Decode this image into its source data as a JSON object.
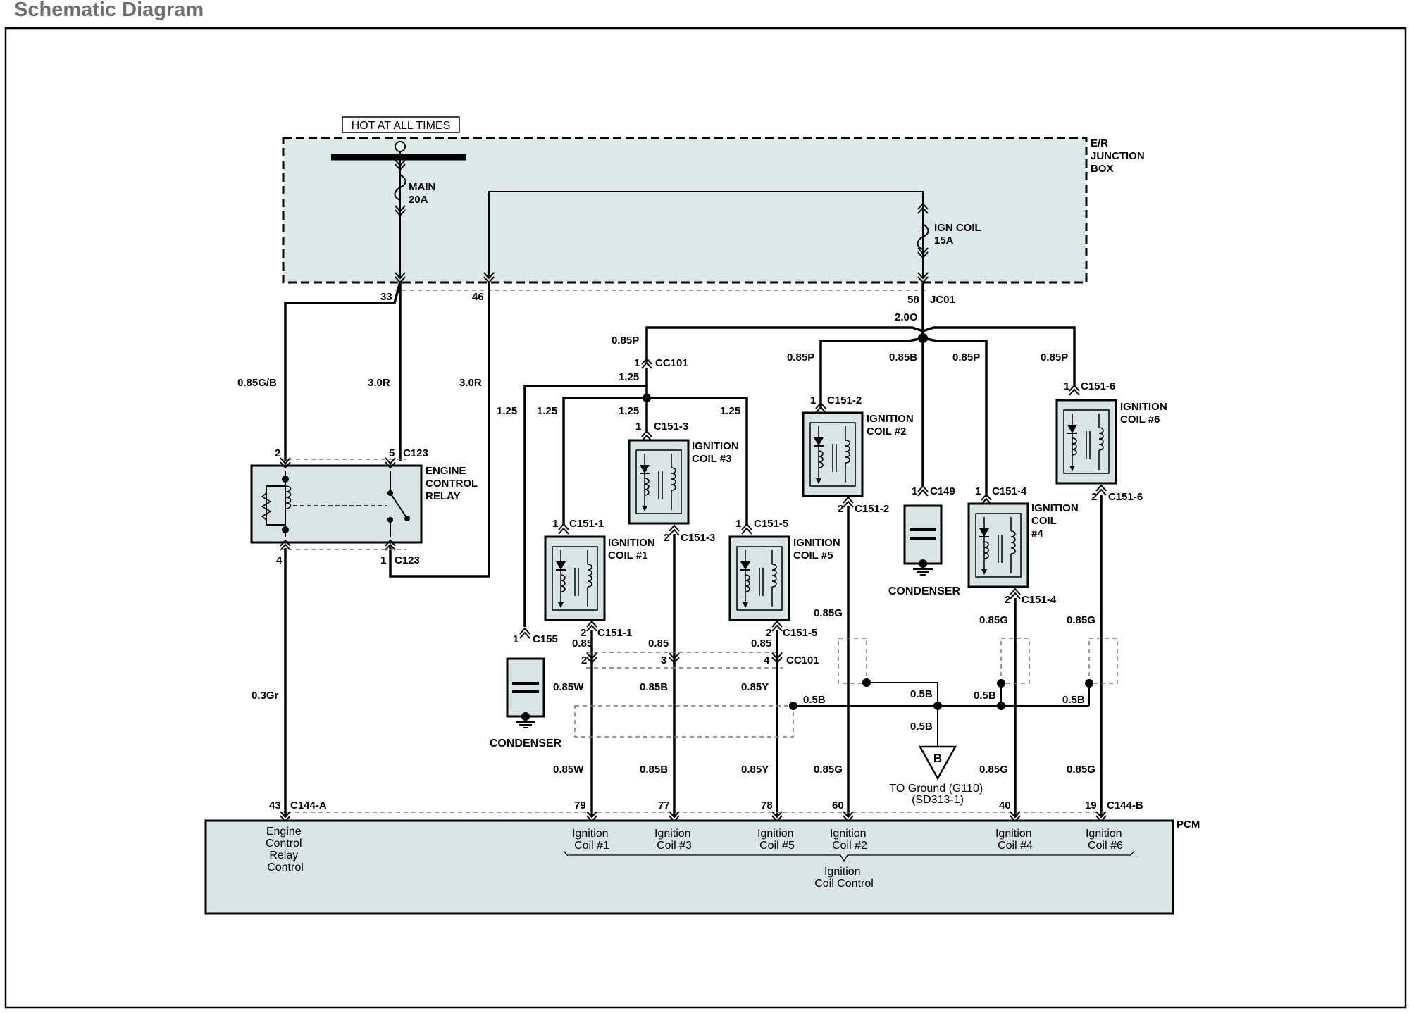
{
  "header": {
    "title": "Schematic Diagram"
  },
  "junction_box": {
    "label_lines": [
      "E/R",
      "JUNCTION",
      "BOX"
    ],
    "hot_label": "HOT AT ALL TIMES",
    "main_fuse": [
      "MAIN",
      "20A"
    ],
    "ign_fuse": [
      "IGN COIL",
      "15A"
    ],
    "pins": {
      "p33": "33",
      "p46": "46",
      "p58": "58"
    },
    "connector": "JC01"
  },
  "wires": {
    "g_b": "0.85G/B",
    "r30a": "3.0R",
    "r30b": "3.0R",
    "gr": "0.3Gr",
    "o20": "2.0O",
    "p_main": "0.85P",
    "p_c2": "0.85P",
    "b_cond": "0.85B",
    "p_c4": "0.85P",
    "p_c6": "0.85P",
    "w125_cond": "1.25",
    "w125_c1": "1.25",
    "w125_c3": "1.25",
    "w125_c5": "1.25",
    "w125_top": "1.25",
    "w085_c1": "0.85",
    "w085_c3": "0.85",
    "w085_c5": "0.85",
    "w085W_a": "0.85W",
    "w085B_a": "0.85B",
    "w085Y_a": "0.85Y",
    "w085W_b": "0.85W",
    "w085B_b": "0.85B",
    "w085Y_b": "0.85Y",
    "g_c2a": "0.85G",
    "g_c4a": "0.85G",
    "g_c6a": "0.85G",
    "g_c2b": "0.85G",
    "g_c4b": "0.85G",
    "g_c6b": "0.85G",
    "b05_1": "0.5B",
    "b05_2": "0.5B",
    "b05_3": "0.5B",
    "b05_4": "0.5B",
    "b05_5": "0.5B"
  },
  "relay": {
    "label_lines": [
      "ENGINE",
      "CONTROL",
      "RELAY"
    ],
    "pin2": "2",
    "pin5": "5",
    "pin4": "4",
    "pin1": "1",
    "conn_top": "C123",
    "conn_bot": "C123"
  },
  "connectors": {
    "cc101_top": "CC101",
    "cc101_top_pin": "1",
    "cc101_bot": "CC101",
    "cc101_pin2": "2",
    "cc101_pin3": "3",
    "cc101_pin4": "4",
    "c155": "C155",
    "c155_pin": "1",
    "c149": "C149",
    "c149_pin": "1",
    "c144a": "C144-A",
    "c144a_pin": "43",
    "c144b": "C144-B",
    "pcm_pins": {
      "p79": "79",
      "p77": "77",
      "p78": "78",
      "p60": "60",
      "p40": "40",
      "p19": "19"
    }
  },
  "coils": [
    {
      "id": "1",
      "label_lines": [
        "IGNITION",
        "COIL #1"
      ],
      "top_conn": "C151-1",
      "bot_conn": "C151-1",
      "top_pin": "1",
      "bot_pin": "2"
    },
    {
      "id": "3",
      "label_lines": [
        "IGNITION",
        "COIL #3"
      ],
      "top_conn": "C151-3",
      "bot_conn": "C151-3",
      "top_pin": "1",
      "bot_pin": "2"
    },
    {
      "id": "5",
      "label_lines": [
        "IGNITION",
        "COIL #5"
      ],
      "top_conn": "C151-5",
      "bot_conn": "C151-5",
      "top_pin": "1",
      "bot_pin": "2"
    },
    {
      "id": "2",
      "label_lines": [
        "IGNITION",
        "COIL #2"
      ],
      "top_conn": "C151-2",
      "bot_conn": "C151-2",
      "top_pin": "1",
      "bot_pin": "2"
    },
    {
      "id": "4",
      "label_lines": [
        "IGNITION",
        "COIL",
        "#4"
      ],
      "top_conn": "C151-4",
      "bot_conn": "C151-4",
      "top_pin": "1",
      "bot_pin": "2"
    },
    {
      "id": "6",
      "label_lines": [
        "IGNITION",
        "COIL #6"
      ],
      "top_conn": "C151-6",
      "bot_conn": "C151-6",
      "top_pin": "1",
      "bot_pin": "2"
    }
  ],
  "condensers": {
    "left": "CONDENSER",
    "center": "CONDENSER"
  },
  "ground": {
    "symbol": "B",
    "label_lines": [
      "TO Ground (G110)",
      "(SD313-1)"
    ]
  },
  "pcm": {
    "label": "PCM",
    "relay_control": [
      "Engine",
      "Control",
      "Relay",
      "Control"
    ],
    "coil_labels": [
      [
        "Ignition",
        "Coil #1"
      ],
      [
        "Ignition",
        "Coil #3"
      ],
      [
        "Ignition",
        "Coil #5"
      ],
      [
        "Ignition",
        "Coil #2"
      ],
      [
        "Ignition",
        "Coil #4"
      ],
      [
        "Ignition",
        "Coil #6"
      ]
    ],
    "group_label": [
      "Ignition",
      "Coil Control"
    ]
  }
}
